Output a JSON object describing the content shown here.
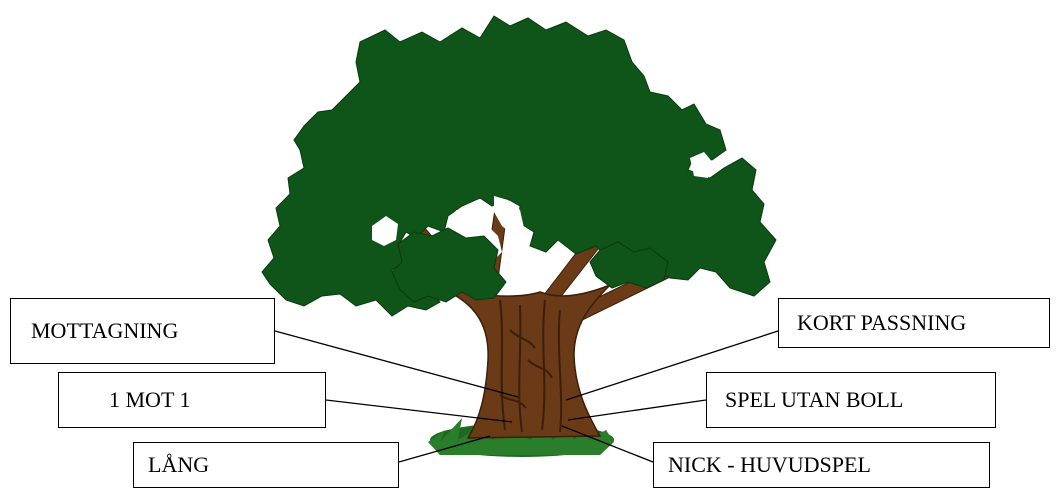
{
  "diagram": {
    "labels": {
      "mottagning": "MOTTAGNING",
      "one_v_one": "1 MOT 1",
      "lang": "LÅNG",
      "kort_passning": "KORT PASSNING",
      "spel_utan_boll": "SPEL UTAN BOLL",
      "nick": "NICK - HUVUDSPEL"
    },
    "colors": {
      "foliage": "#0f5418",
      "trunk": "#6b3a17",
      "trunk_stripe": "#3b1f0a",
      "grass": "#1c6a20",
      "line": "#000000"
    }
  }
}
